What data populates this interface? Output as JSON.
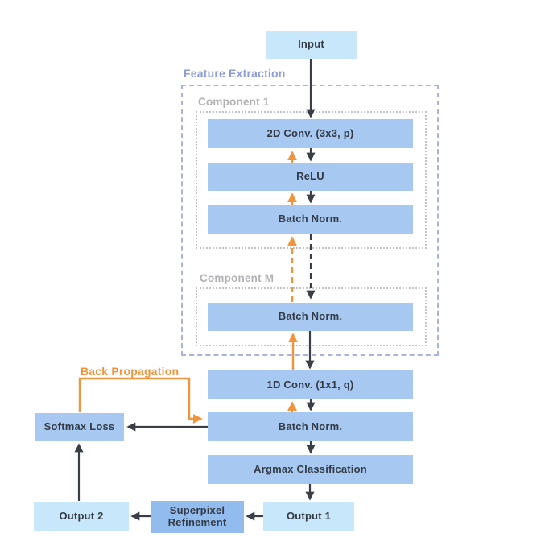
{
  "groups": {
    "feature_extraction": {
      "label": "Feature Extraction"
    },
    "component_1": {
      "label": "Component 1"
    },
    "component_m": {
      "label": "Component M"
    }
  },
  "annotations": {
    "back_propagation": {
      "label": "Back Propagation"
    }
  },
  "nodes": {
    "input": {
      "label": "Input"
    },
    "conv2d": {
      "label": "2D Conv. (3x3, p)"
    },
    "relu": {
      "label": "ReLU"
    },
    "batch_norm_component1": {
      "label": "Batch Norm."
    },
    "batch_norm_component_m": {
      "label": "Batch Norm."
    },
    "conv1d": {
      "label": "1D Conv. (1x1, q)"
    },
    "batch_norm_head": {
      "label": "Batch Norm."
    },
    "argmax": {
      "label": "Argmax Classification"
    },
    "softmax_loss": {
      "label": "Softmax Loss"
    },
    "output_1": {
      "label": "Output 1"
    },
    "superpixel_refinement": {
      "label": "Superpixel Refinement"
    },
    "output_2": {
      "label": "Output 2"
    }
  },
  "colors": {
    "box_light_blue": "#c9e7fa",
    "box_medium_blue": "#a6c8f1",
    "box_dark_blue": "#92bbee",
    "forward_arrow_black": "#3a3f45",
    "backward_arrow_orange": "#f0953d",
    "feature_border_purple": "#aab2e4",
    "feature_label_purple": "#8e9bdb",
    "component_label_gray": "#b2b2b6",
    "component_border_gray": "#c3c3c6",
    "node_text": "#333b47",
    "background": "#ffffff"
  },
  "edges": [
    {
      "from": "input",
      "to": "conv2d",
      "style": "solid",
      "color": "black",
      "direction": "down"
    },
    {
      "from": "conv2d",
      "to": "relu",
      "style": "solid",
      "color": "black",
      "direction": "down"
    },
    {
      "from": "relu",
      "to": "conv2d",
      "style": "solid",
      "color": "orange",
      "direction": "up"
    },
    {
      "from": "relu",
      "to": "batch_norm_component1",
      "style": "solid",
      "color": "black",
      "direction": "down"
    },
    {
      "from": "batch_norm_component1",
      "to": "relu",
      "style": "solid",
      "color": "orange",
      "direction": "up"
    },
    {
      "from": "batch_norm_component1",
      "to": "batch_norm_component_m",
      "style": "dashed",
      "color": "black",
      "direction": "down"
    },
    {
      "from": "batch_norm_component_m",
      "to": "batch_norm_component1",
      "style": "dashed",
      "color": "orange",
      "direction": "up"
    },
    {
      "from": "batch_norm_component_m",
      "to": "conv1d",
      "style": "solid",
      "color": "black",
      "direction": "down"
    },
    {
      "from": "conv1d",
      "to": "batch_norm_component_m",
      "style": "solid",
      "color": "orange",
      "direction": "up"
    },
    {
      "from": "conv1d",
      "to": "batch_norm_head",
      "style": "solid",
      "color": "black",
      "direction": "down"
    },
    {
      "from": "batch_norm_head",
      "to": "conv1d",
      "style": "solid",
      "color": "orange",
      "direction": "up"
    },
    {
      "from": "batch_norm_head",
      "to": "argmax",
      "style": "solid",
      "color": "black",
      "direction": "down"
    },
    {
      "from": "batch_norm_head",
      "to": "softmax_loss",
      "style": "solid",
      "color": "black",
      "direction": "left"
    },
    {
      "from": "argmax",
      "to": "output_1",
      "style": "solid",
      "color": "black",
      "direction": "down"
    },
    {
      "from": "output_1",
      "to": "superpixel_refinement",
      "style": "solid",
      "color": "black",
      "direction": "left"
    },
    {
      "from": "superpixel_refinement",
      "to": "output_2",
      "style": "solid",
      "color": "black",
      "direction": "left"
    },
    {
      "from": "output_2",
      "to": "softmax_loss",
      "style": "solid",
      "color": "black",
      "direction": "up"
    },
    {
      "from": "softmax_loss",
      "to": "batch_norm_head",
      "style": "solid",
      "color": "orange",
      "direction": "elbow",
      "label": "Back Propagation"
    }
  ]
}
